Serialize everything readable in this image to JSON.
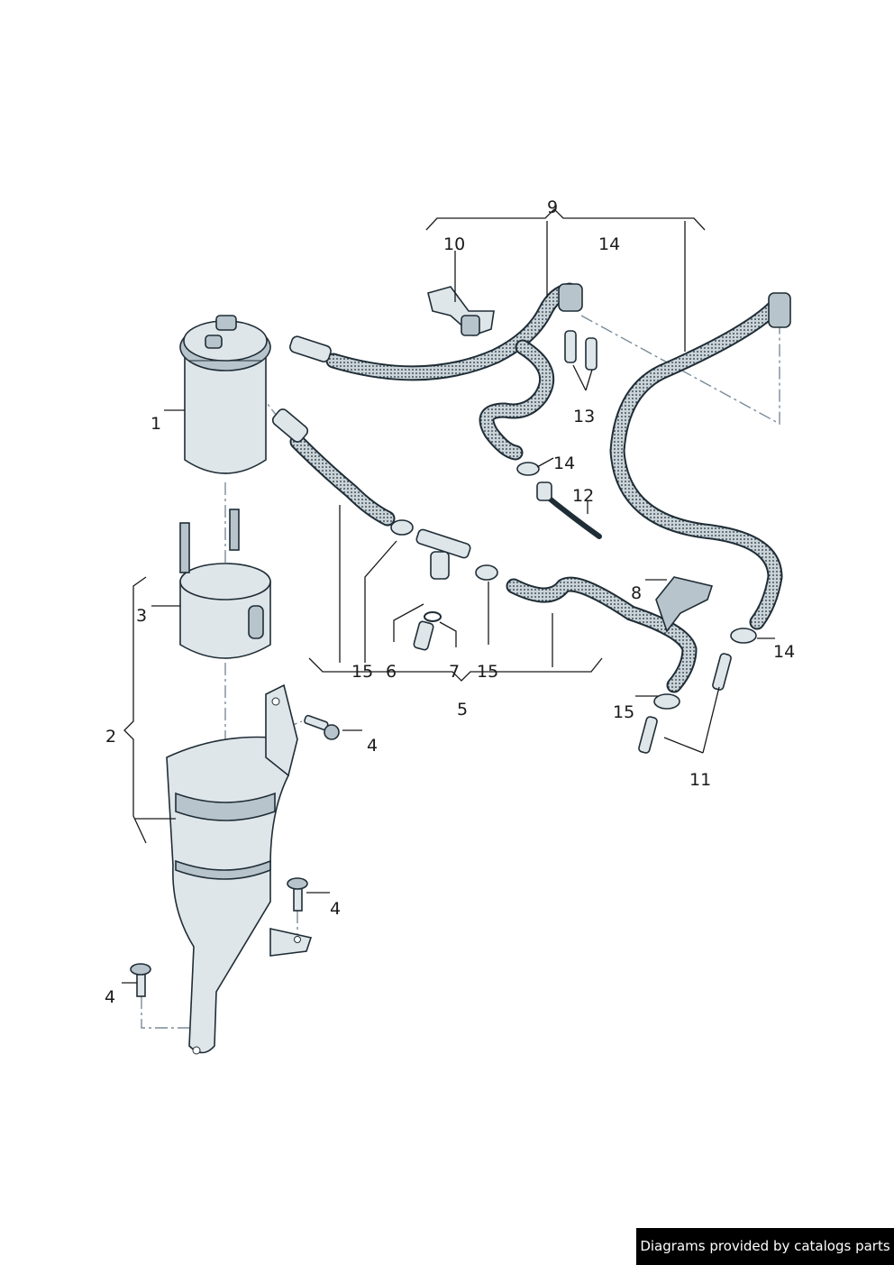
{
  "callouts": {
    "c1": "1",
    "c2": "2",
    "c3": "3",
    "c4a": "4",
    "c4b": "4",
    "c4c": "4",
    "c5": "5",
    "c6": "6",
    "c7": "7",
    "c8": "8",
    "c9": "9",
    "c10": "10",
    "c11": "11",
    "c12": "12",
    "c13": "13",
    "c14a": "14",
    "c14b": "14",
    "c14c": "14",
    "c15a": "15",
    "c15b": "15",
    "c15c": "15"
  },
  "footer": {
    "credit": "Diagrams provided by catalogs parts"
  },
  "colors": {
    "line": "#1f2d36",
    "metal": "#dfe6ea",
    "hose": "#8fa0aa",
    "dash": "#7a8c99",
    "badge": "#000000"
  }
}
